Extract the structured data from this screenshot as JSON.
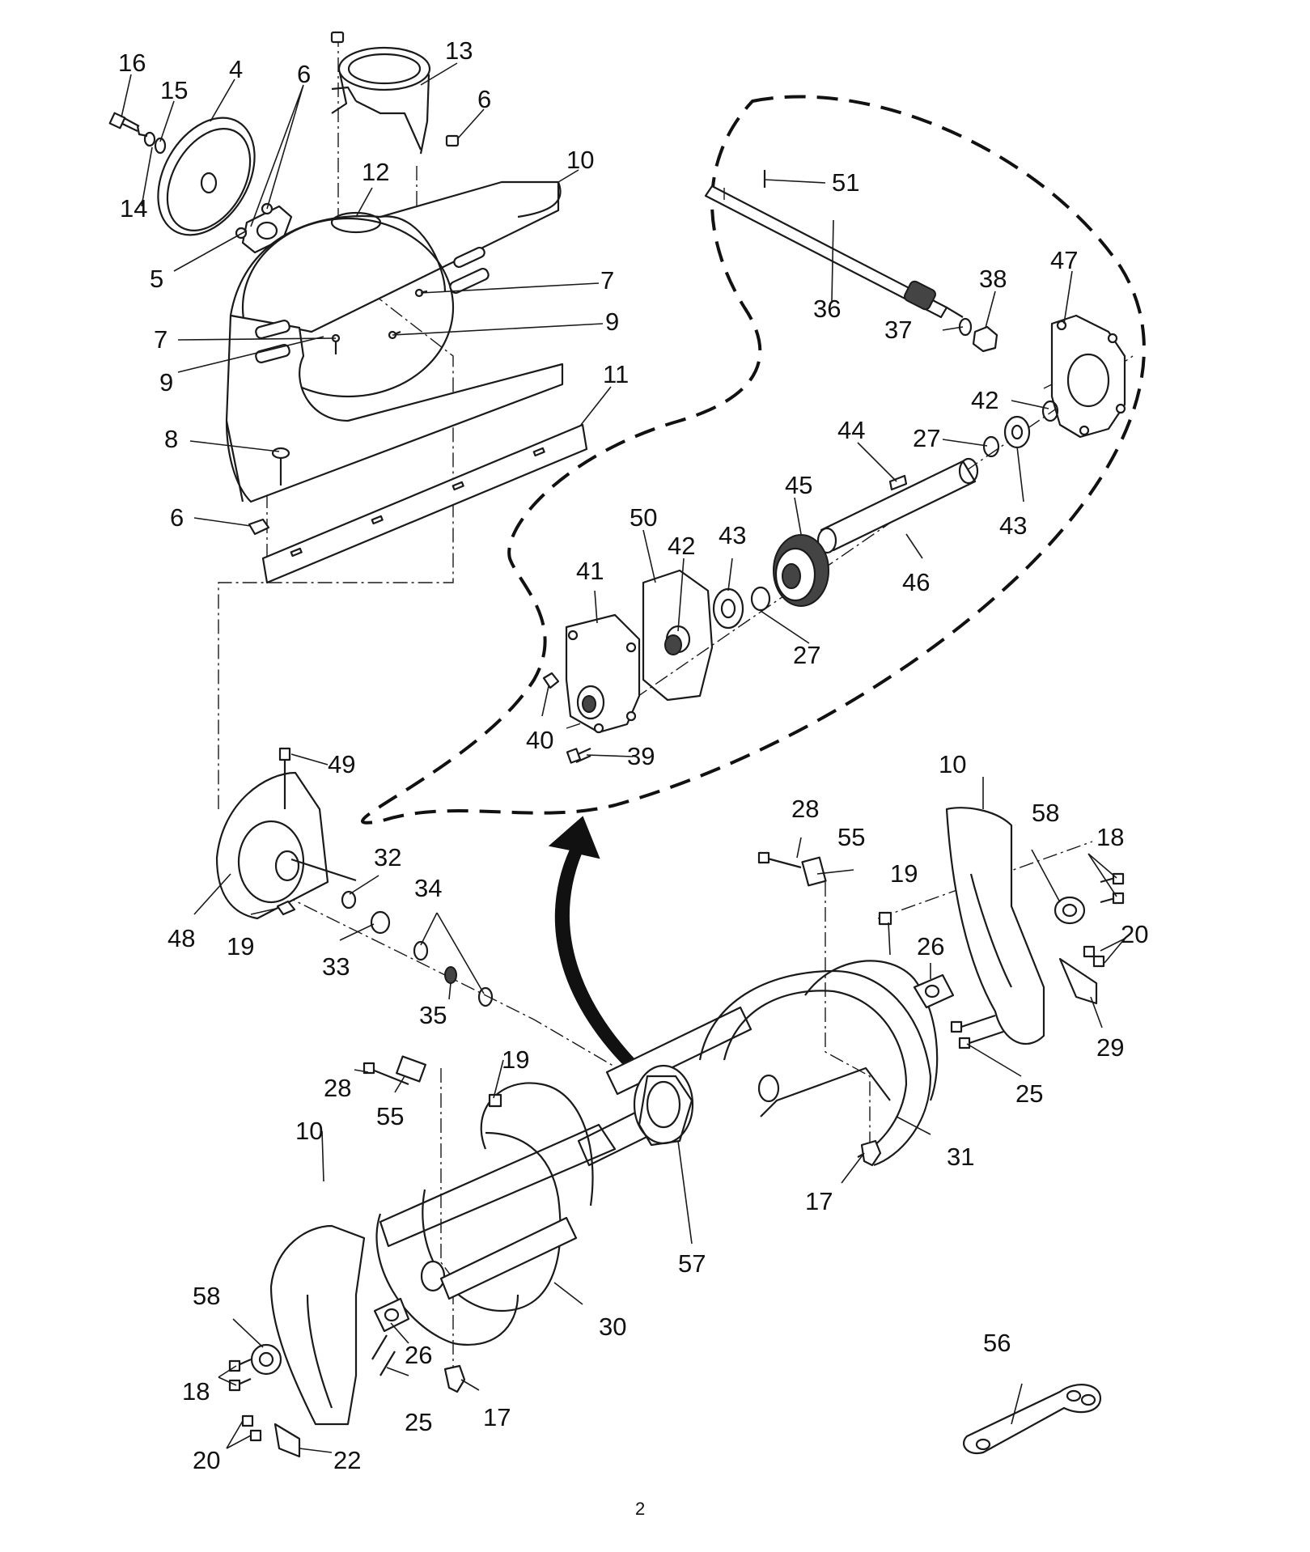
{
  "page_number": "2",
  "callouts": [
    {
      "id": "c1",
      "text": "16"
    },
    {
      "id": "c2",
      "text": "4"
    },
    {
      "id": "c3",
      "text": "15"
    },
    {
      "id": "c4",
      "text": "6"
    },
    {
      "id": "c5",
      "text": "13"
    },
    {
      "id": "c6",
      "text": "6"
    },
    {
      "id": "c7",
      "text": "10"
    },
    {
      "id": "c8",
      "text": "14"
    },
    {
      "id": "c9",
      "text": "12"
    },
    {
      "id": "c10",
      "text": "5"
    },
    {
      "id": "c11",
      "text": "7"
    },
    {
      "id": "c12",
      "text": "7"
    },
    {
      "id": "c13",
      "text": "9"
    },
    {
      "id": "c14",
      "text": "9"
    },
    {
      "id": "c15",
      "text": "11"
    },
    {
      "id": "c16",
      "text": "8"
    },
    {
      "id": "c17",
      "text": "6"
    },
    {
      "id": "c18",
      "text": "51"
    },
    {
      "id": "c19",
      "text": "47"
    },
    {
      "id": "c20",
      "text": "38"
    },
    {
      "id": "c21",
      "text": "36"
    },
    {
      "id": "c22",
      "text": "37"
    },
    {
      "id": "c23",
      "text": "42"
    },
    {
      "id": "c24",
      "text": "44"
    },
    {
      "id": "c25",
      "text": "27"
    },
    {
      "id": "c26",
      "text": "45"
    },
    {
      "id": "c27",
      "text": "43"
    },
    {
      "id": "c28",
      "text": "50"
    },
    {
      "id": "c29",
      "text": "42"
    },
    {
      "id": "c30",
      "text": "43"
    },
    {
      "id": "c31",
      "text": "46"
    },
    {
      "id": "c32",
      "text": "41"
    },
    {
      "id": "c33",
      "text": "27"
    },
    {
      "id": "c34",
      "text": "40"
    },
    {
      "id": "c35",
      "text": "39"
    },
    {
      "id": "c36",
      "text": "49"
    },
    {
      "id": "c37",
      "text": "10"
    },
    {
      "id": "c38",
      "text": "28"
    },
    {
      "id": "c39",
      "text": "55"
    },
    {
      "id": "c40",
      "text": "58"
    },
    {
      "id": "c41",
      "text": "18"
    },
    {
      "id": "c42",
      "text": "32"
    },
    {
      "id": "c43",
      "text": "19"
    },
    {
      "id": "c44",
      "text": "34"
    },
    {
      "id": "c45",
      "text": "20"
    },
    {
      "id": "c46",
      "text": "48"
    },
    {
      "id": "c47",
      "text": "19"
    },
    {
      "id": "c48",
      "text": "33"
    },
    {
      "id": "c49",
      "text": "26"
    },
    {
      "id": "c50",
      "text": "35"
    },
    {
      "id": "c51",
      "text": "29"
    },
    {
      "id": "c52",
      "text": "19"
    },
    {
      "id": "c53",
      "text": "28"
    },
    {
      "id": "c54",
      "text": "25"
    },
    {
      "id": "c55",
      "text": "55"
    },
    {
      "id": "c56",
      "text": "10"
    },
    {
      "id": "c57",
      "text": "31"
    },
    {
      "id": "c58",
      "text": "17"
    },
    {
      "id": "c59",
      "text": "57"
    },
    {
      "id": "c60",
      "text": "56"
    },
    {
      "id": "c61",
      "text": "58"
    },
    {
      "id": "c62",
      "text": "30"
    },
    {
      "id": "c63",
      "text": "26"
    },
    {
      "id": "c64",
      "text": "18"
    },
    {
      "id": "c65",
      "text": "25"
    },
    {
      "id": "c66",
      "text": "17"
    },
    {
      "id": "c67",
      "text": "20"
    },
    {
      "id": "c68",
      "text": "22"
    }
  ]
}
